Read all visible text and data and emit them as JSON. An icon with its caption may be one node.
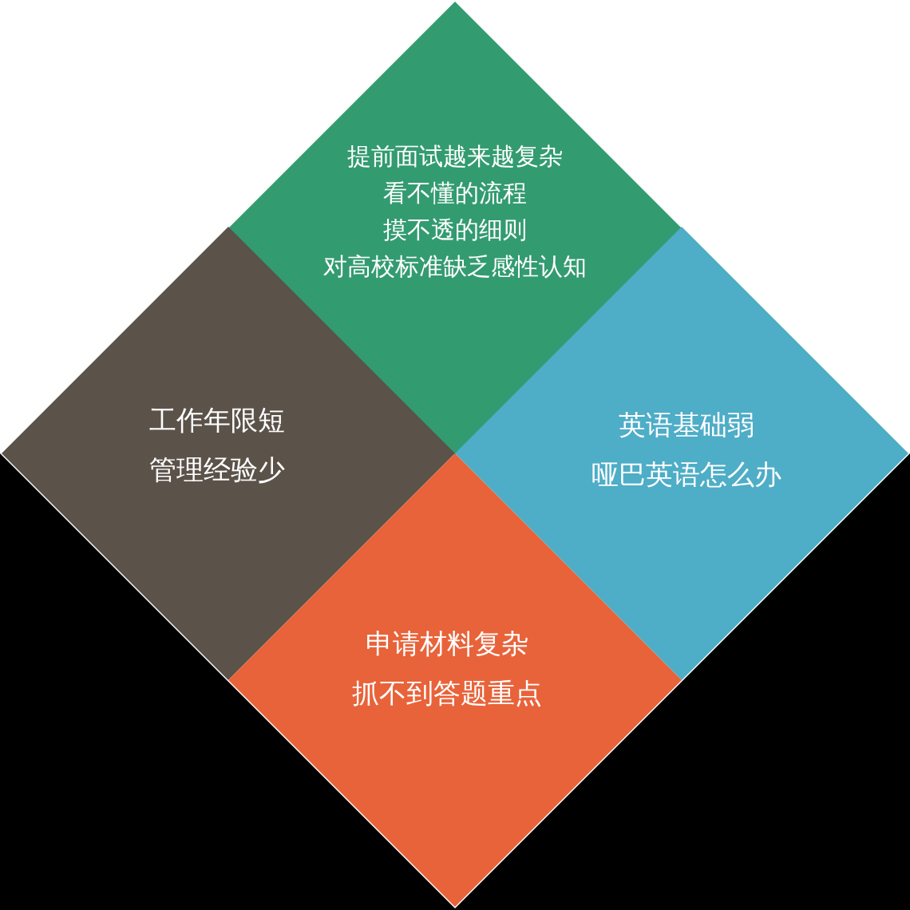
{
  "diagram": {
    "nodes": [
      {
        "text": [
          "提前面试越来越复杂",
          "看不懂的流程",
          "摸不透的细则",
          "对高校标准缺乏感性认知"
        ]
      },
      {
        "text": [
          "工作年限短",
          "管理经验少"
        ]
      },
      {
        "text": [
          "英语基础弱",
          "哑巴英语怎么办"
        ]
      },
      {
        "text": [
          "申请材料复杂",
          "抓不到答题重点"
        ]
      }
    ]
  }
}
